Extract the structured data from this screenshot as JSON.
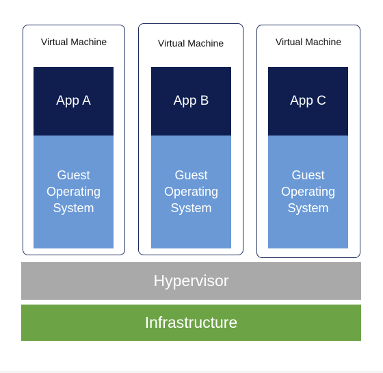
{
  "diagram": {
    "vms": [
      {
        "title": "Virtual Machine",
        "app": "App A",
        "guest_os": "Guest Operating System"
      },
      {
        "title": "Virtual Machine",
        "app": "App B",
        "guest_os": "Guest Operating System"
      },
      {
        "title": "Virtual Machine",
        "app": "App C",
        "guest_os": "Guest Operating System"
      }
    ],
    "hypervisor": "Hypervisor",
    "infrastructure": "Infrastructure"
  },
  "colors": {
    "app": "#0f1e4f",
    "guest_os": "#6a99d6",
    "hypervisor": "#a9a9a9",
    "infrastructure": "#6ca345",
    "vm_border": "#1e2a5e"
  }
}
